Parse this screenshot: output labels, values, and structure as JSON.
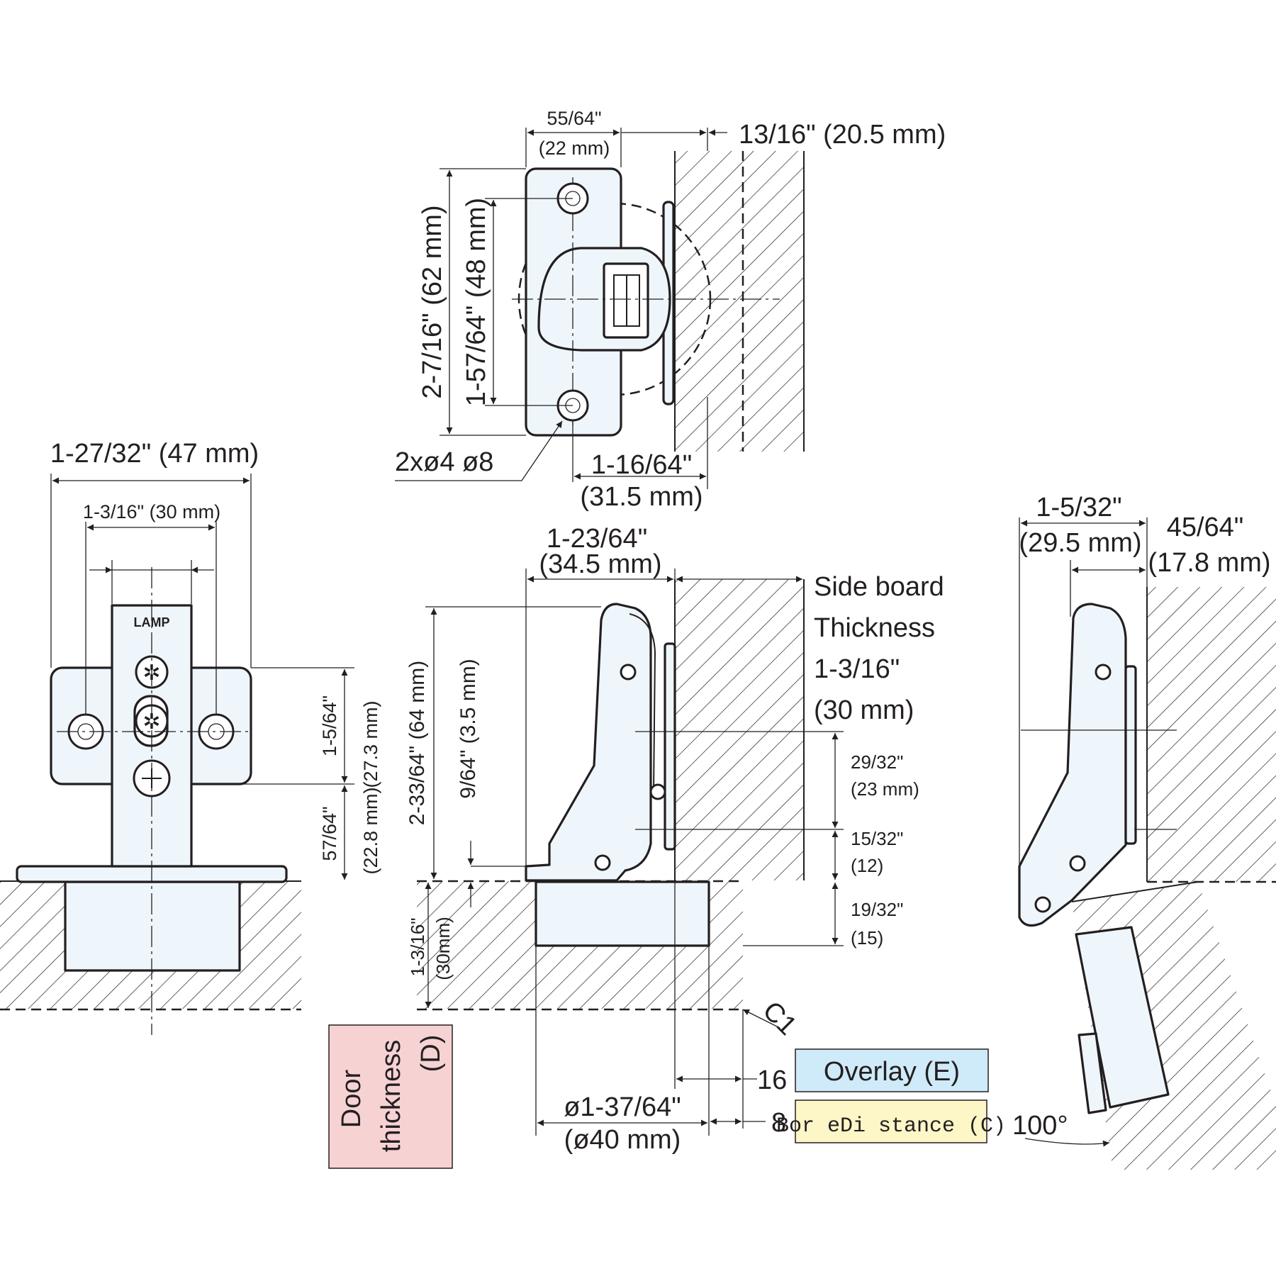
{
  "colors": {
    "line": "#231f20",
    "part_fill": "#eef6fb",
    "door_box": "#f6d2d3",
    "overlay_box": "#cfeaf8",
    "bore_box": "#fdf6c6"
  },
  "top_view": {
    "width_in": "55/64\"",
    "width_mm": "(22 mm)",
    "plate_offset": "13/16\" (20.5 mm)",
    "height_outer": "2-7/16\" (62 mm)",
    "height_holes": "1-57/64\" (48 mm)",
    "holes_note": "2xø4 ø8",
    "depth_in": "1-16/64\"",
    "depth_mm": "(31.5 mm)"
  },
  "front_view": {
    "overall_width": "1-27/32\" (47 mm)",
    "hole_spacing": "1-3/16\" (30 mm)",
    "logo": "LAMP",
    "upper_in": "1-5/64\"",
    "upper_mm": "(27.3 mm)",
    "lower_in": "57/64\"",
    "lower_mm": "(22.8 mm)"
  },
  "side_view": {
    "arm_in": "1-23/64\"",
    "arm_mm": "(34.5 mm)",
    "board_line1": "Side board",
    "board_line2": "Thickness",
    "board_line3": "1-3/16\"",
    "board_line4": "(30 mm)",
    "height_total": "2-33/64\" (64 mm)",
    "small_gap": "9/64\" (3.5 mm)",
    "dim_a_in": "29/32\"",
    "dim_a_mm": "(23 mm)",
    "dim_b_in": "15/32\"",
    "dim_b_mm": "(12)",
    "dim_c_in": "19/32\"",
    "dim_c_mm": "(15)",
    "door_in": "1-3/16\"",
    "door_mm": "(30mm)",
    "chamfer": "C1",
    "cup_in": "ø1-37/64\"",
    "cup_mm": "(ø40 mm)",
    "overlay_value": "16",
    "overlay_label": "Overlay (E)",
    "bore_value": "8",
    "bore_label": "Bor eDi stance (C)",
    "door_label_line1": "Door",
    "door_label_line2": "thickness",
    "door_label_line3": "(D)"
  },
  "open_view": {
    "dim_left_in": "1-5/32\"",
    "dim_left_mm": "(29.5 mm)",
    "dim_right_in": "45/64\"",
    "dim_right_mm": "(17.8 mm)",
    "angle": "100°"
  }
}
